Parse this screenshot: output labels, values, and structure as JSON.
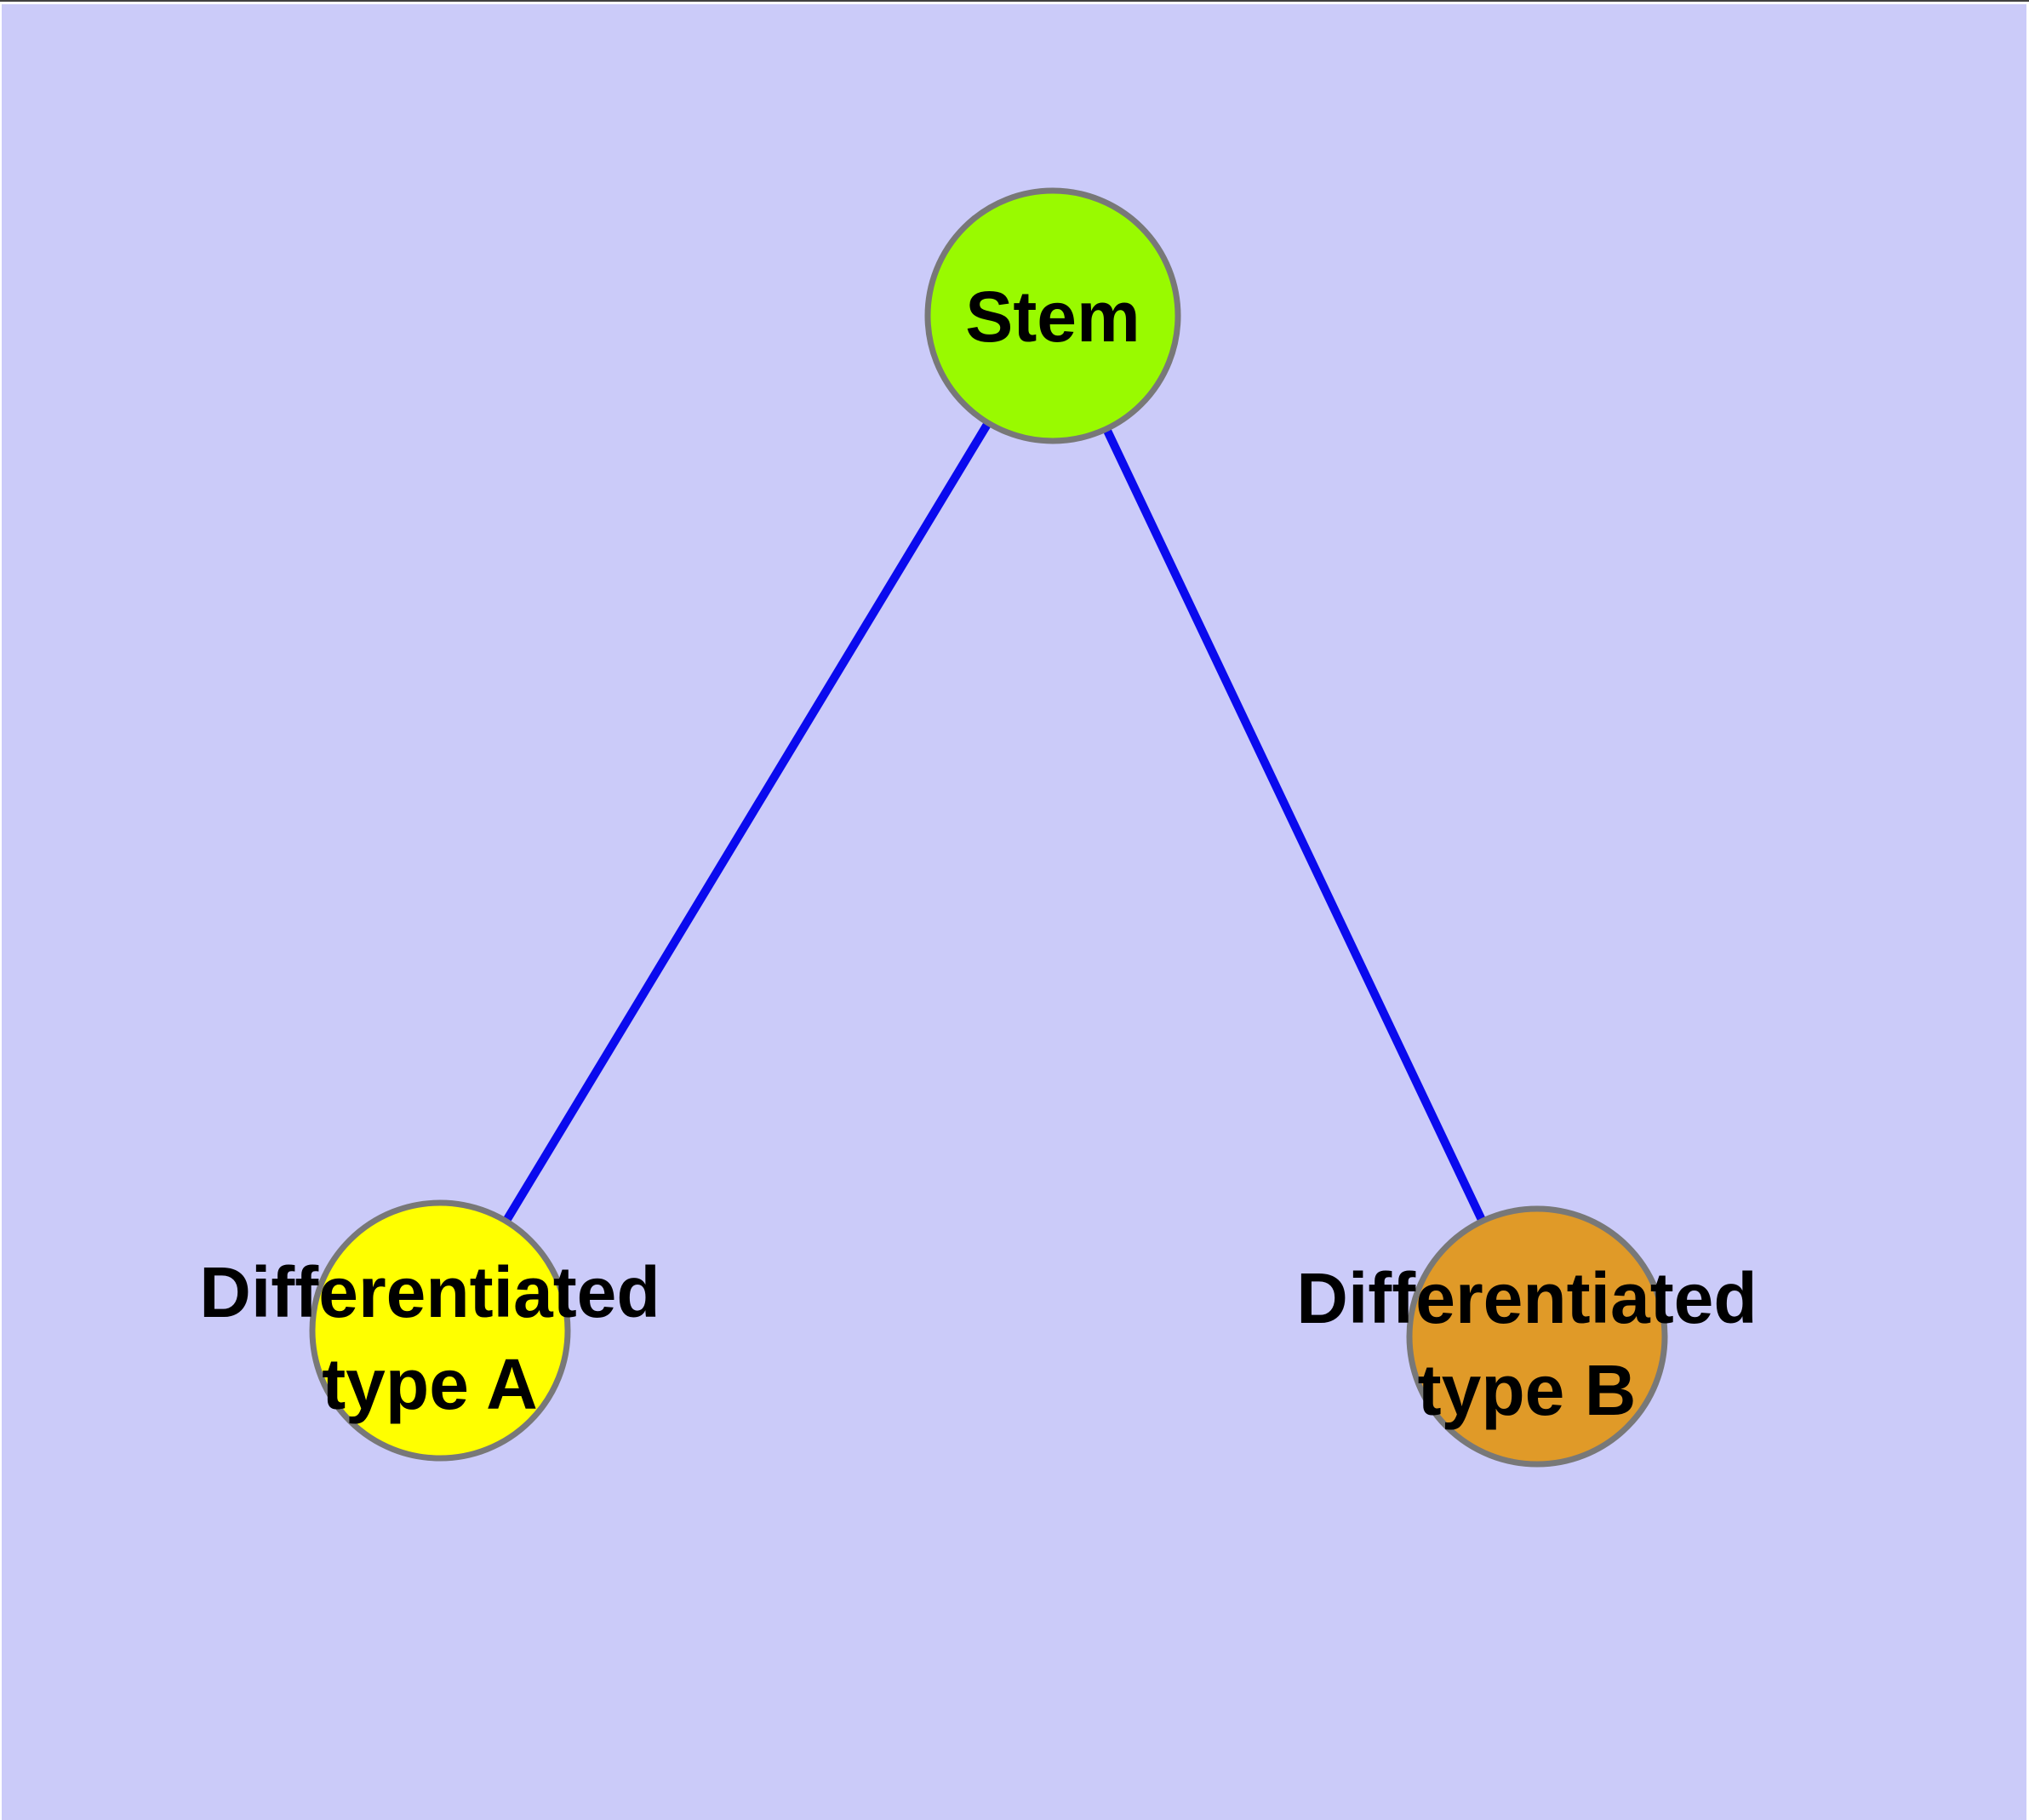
{
  "colors": {
    "background": "#cbcbf9",
    "page_frame": "#ffffff",
    "top_edge_line": "#414141",
    "edge": "#0a0aee",
    "node_border": "#787878",
    "label_text": "#000000"
  },
  "diagram": {
    "type": "node-link-tree",
    "nodes": [
      {
        "id": "stem",
        "lines": [
          "Stem"
        ],
        "fill": "#99fa00"
      },
      {
        "id": "differentiated-type-a",
        "lines": [
          "Differentiated",
          "type A"
        ],
        "fill": "#ffff00"
      },
      {
        "id": "differentiated-type-b",
        "lines": [
          "Differentiated",
          "type B"
        ],
        "fill": "#e09a28"
      }
    ],
    "edges": [
      {
        "from": "stem",
        "to": "differentiated-type-a"
      },
      {
        "from": "stem",
        "to": "differentiated-type-b"
      }
    ]
  }
}
